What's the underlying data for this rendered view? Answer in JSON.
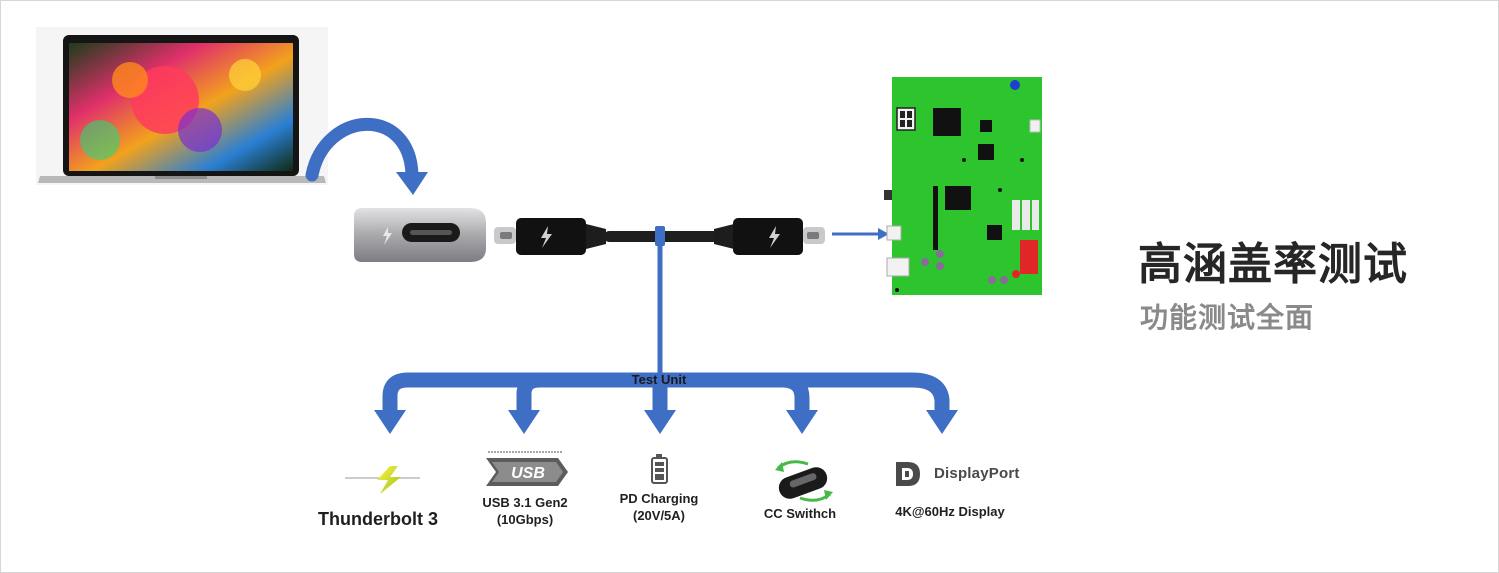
{
  "headline": "高涵盖率测试",
  "subline": "功能测试全面",
  "test_unit_label": "Test Unit",
  "features": [
    {
      "label": "Thunderbolt 3",
      "icon": "thunderbolt-logo-icon"
    },
    {
      "label": "USB 3.1 Gen2\n(10Gbps)",
      "icon": "usb-logo-icon",
      "logo_text": "USB"
    },
    {
      "label": "PD Charging\n(20V/5A)",
      "icon": "battery-icon"
    },
    {
      "label": "CC Swithch",
      "icon": "cc-switch-icon"
    },
    {
      "label": "4K@60Hz Display",
      "icon": "displayport-logo-icon",
      "logo_text": "DisplayPort"
    }
  ],
  "colors": {
    "arrow_blue": "#3f6fc4",
    "pcb_green": "#2ec42e",
    "headline": "#262626",
    "subline": "#8a8a8a"
  }
}
